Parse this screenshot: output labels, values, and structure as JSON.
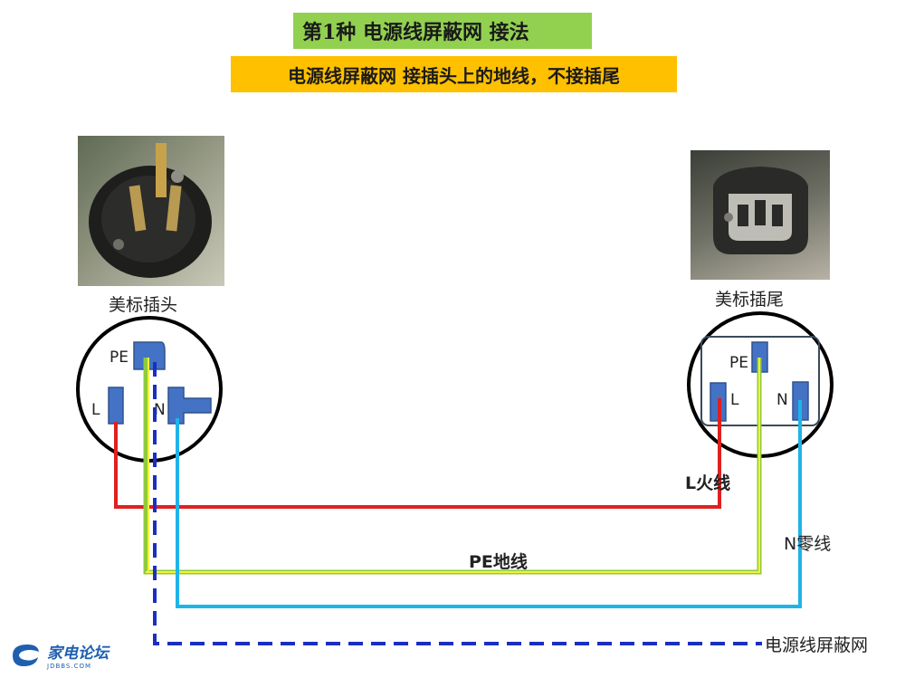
{
  "header": {
    "title": "第1种  电源线屏蔽网 接法",
    "subtitle": "电源线屏蔽网 接插头上的地线，不接插尾"
  },
  "plug": {
    "caption": "美标插头",
    "pins": {
      "pe": "PE",
      "l": "L",
      "n": "N"
    }
  },
  "socket": {
    "caption": "美标插尾",
    "pins": {
      "pe": "PE",
      "l": "L",
      "n": "N"
    }
  },
  "wires": {
    "live": "L火线",
    "earth": "PE地线",
    "neutral": "N零线",
    "shield": "电源线屏蔽网"
  },
  "logo": {
    "main": "家电论坛",
    "sub": "JDBBS.COM"
  },
  "colors": {
    "title_bg": "#92d050",
    "subtitle_bg": "#ffc000",
    "live_wire": "#e02020",
    "earth_wire_green": "#8dcb3c",
    "earth_wire_yellow": "#f4f13a",
    "neutral_wire": "#1fb4e8",
    "shield_wire": "#1a2fc0",
    "pin_fill": "#4472c4"
  }
}
